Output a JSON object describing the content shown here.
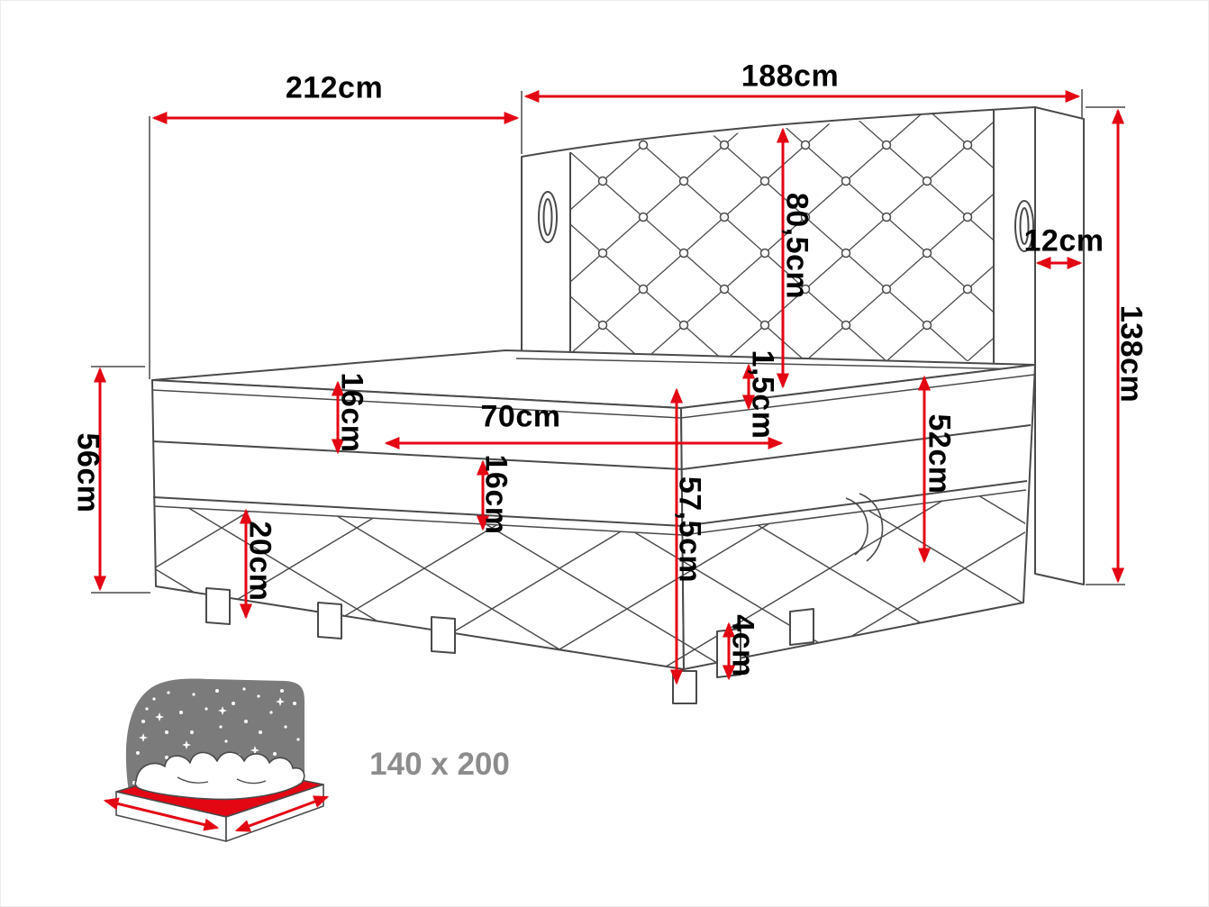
{
  "diagram": {
    "dimensions": {
      "length_total": "212cm",
      "headboard_width": "188cm",
      "headboard_height": "80,5cm",
      "wing_depth": "12cm",
      "total_height": "138cm",
      "side_height": "56cm",
      "topper_thickness": "16cm",
      "topper_width": "70cm",
      "top_gap": "1,5cm",
      "upper_section_height": "52cm",
      "mattress_thickness": "16cm",
      "front_corner_height": "57,5cm",
      "base_height": "20cm",
      "leg_height": "4cm"
    },
    "size_icon": {
      "label": "140 x 200"
    },
    "colors": {
      "outline": "#4a4a4a",
      "dimension_red": "#e30613",
      "label_text": "#000000",
      "icon_gray": "#7b7b7b",
      "size_label_gray": "#8c8c8c",
      "background": "#ffffff"
    }
  }
}
